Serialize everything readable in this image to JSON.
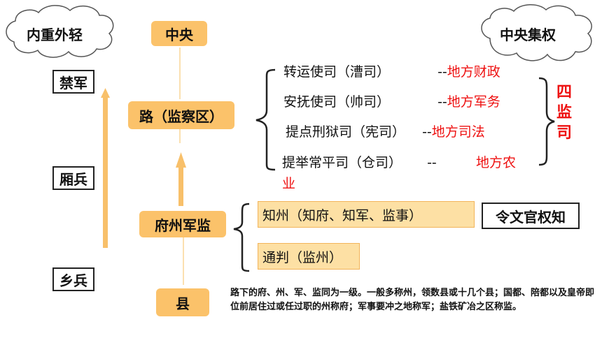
{
  "left": {
    "cloud": "内重外轻",
    "ranks": [
      "禁军",
      "厢兵",
      "乡兵"
    ]
  },
  "center": {
    "central": "中央",
    "lu": "路（监察区）",
    "fuzhou": "府州军监",
    "county": "县"
  },
  "right": {
    "cloud": "中央集权",
    "side_label": "四监司"
  },
  "lu_offices": [
    {
      "name": "转运使司（漕司）",
      "dash": "--",
      "role": "地方财政"
    },
    {
      "name": "安抚使司（帅司）",
      "dash": "--",
      "role": "地方军务"
    },
    {
      "name": "提点刑狱司（宪司）",
      "dash": "--",
      "role": "地方司法"
    },
    {
      "name": "提举常平司（仓司）",
      "dash": "--",
      "role": "地方农业"
    }
  ],
  "fuzhou_offices": {
    "zhizhou": "知州（知府、知军、监事）",
    "tongpan": "通判（监州）",
    "civil_label": "令文官权知"
  },
  "note": "路下的府、州、军、监同为一级。一般多称州，领数县或十几个县；国都、陪都以及皇帝即位前居住过或任过职的州称府；军事要冲之地称军；盐铁矿冶之区称监。",
  "colors": {
    "orange": "#fbc26a",
    "arrow": "#f8c06a",
    "red": "#ee1111",
    "yellow_fill": "#fde0a4"
  }
}
